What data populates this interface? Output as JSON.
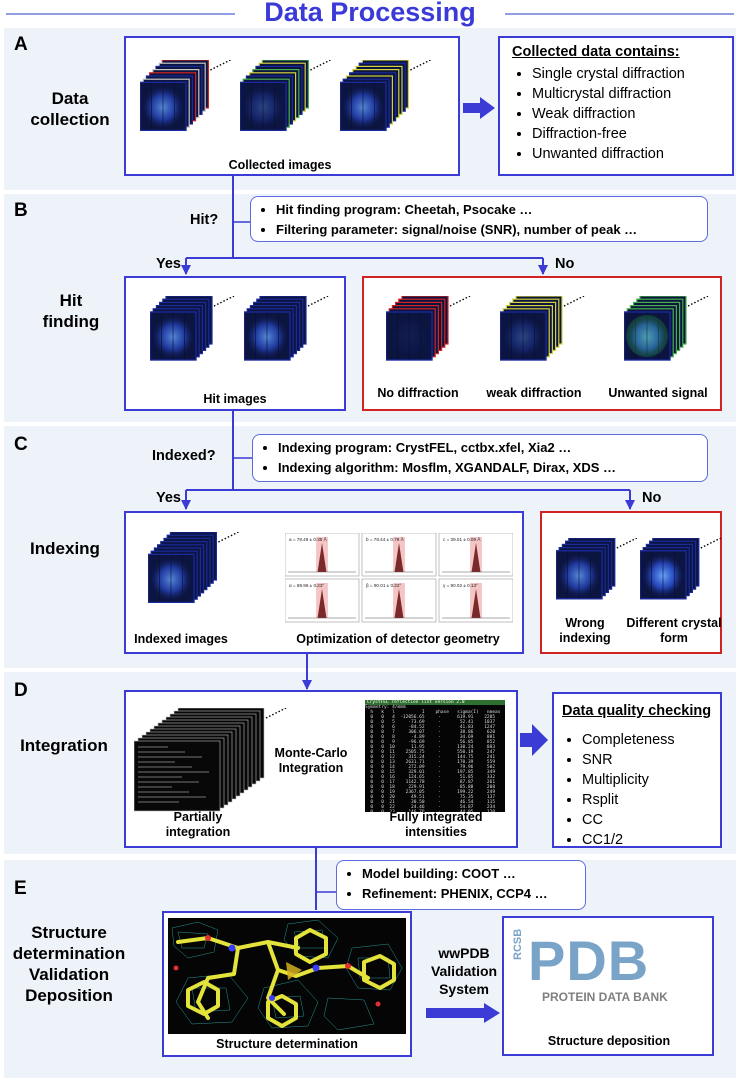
{
  "title": "Data Processing",
  "colors": {
    "accent": "#3b3bd6",
    "red": "#d22323",
    "panel": "#eef3f9",
    "stack_blue": "#1a2a9a"
  },
  "sectionA": {
    "letter": "A",
    "stage": "Data collection",
    "images_caption": "Collected images",
    "contains_title": "Collected data contains:",
    "contains_items": [
      "Single crystal diffraction",
      "Multicrystal diffraction",
      "Weak diffraction",
      "Diffraction-free",
      "Unwanted diffraction"
    ]
  },
  "sectionB": {
    "letter": "B",
    "question": "Hit?",
    "notes": [
      "Hit finding program: Cheetah, Psocake …",
      "Filtering parameter: signal/noise (SNR), number of peak …"
    ],
    "yes": "Yes",
    "no": "No",
    "stage": "Hit finding",
    "hit_caption": "Hit images",
    "reject_captions": [
      "No diffraction",
      "weak diffraction",
      "Unwanted signal"
    ]
  },
  "sectionC": {
    "letter": "C",
    "question": "Indexed?",
    "notes": [
      "Indexing program: CrystFEL, cctbx.xfel, Xia2 …",
      "Indexing algorithm: Mosflm, XGANDALF, Dirax, XDS …"
    ],
    "yes": "Yes",
    "no": "No",
    "stage": "Indexing",
    "indexed_caption": "Indexed images",
    "optimization_caption": "Optimization of detector geometry",
    "plot_labels": [
      "a = 78.49 ± 0.35 Å",
      "b = 78.44 ± 0.79 Å",
      "c = 39.01 ± 0.09 Å",
      "α = 89.96 ± 0.23°",
      "β = 90.01 ± 0.22°",
      "γ = 90.02 ± 0.13°"
    ],
    "reject_captions": [
      "Wrong indexing",
      "Different crystal form"
    ]
  },
  "sectionD": {
    "letter": "D",
    "stage": "Integration",
    "partial_caption": "Partially integration",
    "method_caption": "Monte-Carlo Integration",
    "full_caption": "Fully integrated intensities",
    "quality_title": "Data quality checking",
    "quality_items": [
      "Completeness",
      "SNR",
      "Multiplicity",
      "Rsplit",
      "CC",
      "CC1/2"
    ],
    "terminal_title": "CrystFEL reflection list version 2.0",
    "terminal_subtitle": "Symmetry: 4/mmm",
    "terminal_header": "  h   k   l          I    phase   sigma(I)   nmeas",
    "terminal_rows": [
      "  0   0   4  -12056.65     -      619.91    2285",
      "  0   0   5     -73.69     -       52.41    1037",
      "  0   0   6     -84.52     -       41.83    1247",
      "  0   0   7     306.07     -       38.86     620",
      "  0   0   8      -4.89     -       34.69     881",
      "  0   0   9     -96.69     -       56.85     852",
      "  0   0  10      11.95     -      130.24     883",
      "  0   0  11    2505.75     -      550.19     247",
      "  0   0  12     315.24     -      144.75     241",
      "  0   0  13    2631.71     -      170.39     559",
      "  0   0  14     272.09     -       79.96     502",
      "  0   0  15     329.01     -      197.85     349",
      "  0   0  16     124.65     -       51.85     332",
      "  0   0  17    1142.78     -       87.87     261",
      "  0   0  18     229.91     -       85.88     208",
      "  0   0  19    2367.05     -      199.22     249",
      "  0   0  20      49.51     -       75.35     137",
      "  0   0  21      30.50     -       46.54     115",
      "  0   0  22      24.46     -       54.87     234",
      "  0   0  23     146.70     -       44.95     120"
    ]
  },
  "sectionE": {
    "letter": "E",
    "stage_lines": [
      "Structure",
      "determination",
      "Validation",
      "Deposition"
    ],
    "notes": [
      "Model building: COOT …",
      "Refinement: PHENIX, CCP4 …"
    ],
    "determination_caption": "Structure determination",
    "validation_label": [
      "wwPDB",
      "Validation",
      "System"
    ],
    "pdb_logo": {
      "rcsb": "RCSB",
      "pdb": "PDB",
      "subtitle": "PROTEIN DATA BANK"
    },
    "deposition_caption": "Structure deposition"
  }
}
